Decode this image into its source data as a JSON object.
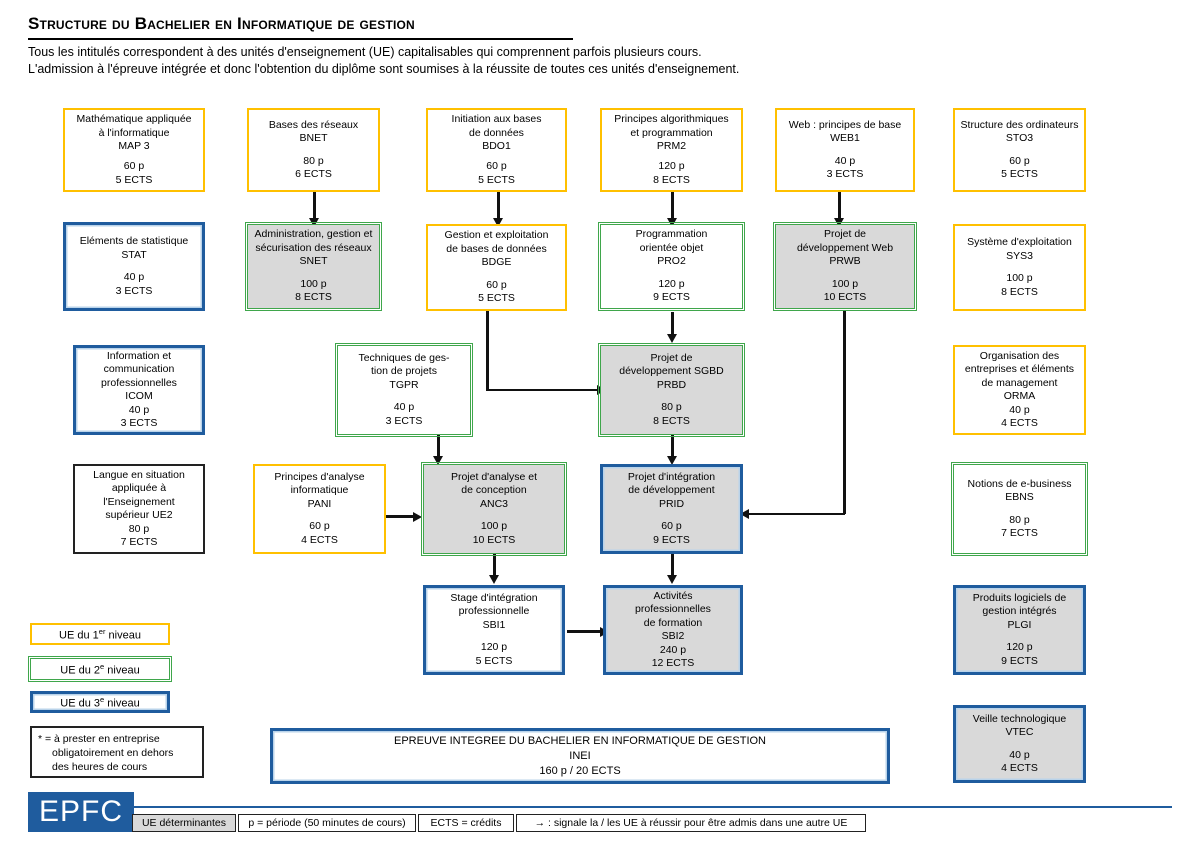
{
  "header": {
    "title": "Structure du Bachelier en Informatique de gestion",
    "intro_line1": "Tous les intitulés correspondent à des unités d'enseignement (UE) capitalisables qui comprennent parfois plusieurs cours.",
    "intro_line2": "L'admission à l'épreuve intégrée et donc l'obtention du diplôme sont soumises à la réussite de toutes ces unités d'enseignement."
  },
  "colors": {
    "level1": "#FFC000",
    "level2": "#3FA64B",
    "level3": "#1F5C9E",
    "plain": "#222222",
    "determinant_fill": "#D9D9D9",
    "brand": "#1F5C9E"
  },
  "courses": [
    {
      "id": "MAP3",
      "name": "Mathématique appliquée\nà l'informatique",
      "code": "MAP 3",
      "hours": "60 p",
      "ects": "5 ECTS",
      "level": 1,
      "determinant": false
    },
    {
      "id": "BNET",
      "name": "Bases des réseaux",
      "code": "BNET",
      "hours": "80 p",
      "ects": "6 ECTS",
      "level": 1,
      "determinant": false
    },
    {
      "id": "BDO1",
      "name": "Initiation aux bases\nde données",
      "code": "BDO1",
      "hours": "60 p",
      "ects": "5 ECTS",
      "level": 1,
      "determinant": false
    },
    {
      "id": "PRM2",
      "name": "Principes algorithmiques\net programmation",
      "code": "PRM2",
      "hours": "120 p",
      "ects": "8 ECTS",
      "level": 1,
      "determinant": false
    },
    {
      "id": "WEB1",
      "name": "Web : principes de base",
      "code": "WEB1",
      "hours": "40 p",
      "ects": "3 ECTS",
      "level": 1,
      "determinant": false
    },
    {
      "id": "STO3",
      "name": "Structure des ordinateurs",
      "code": "STO3",
      "hours": "60 p",
      "ects": "5 ECTS",
      "level": 1,
      "determinant": false
    },
    {
      "id": "STAT",
      "name": "Eléments de statistique",
      "code": "STAT",
      "hours": "40 p",
      "ects": "3 ECTS",
      "level": 3,
      "determinant": false
    },
    {
      "id": "SNET",
      "name": "Administration, gestion et\nsécurisation des réseaux",
      "code": "SNET",
      "hours": "100 p",
      "ects": "8 ECTS",
      "level": 2,
      "determinant": true
    },
    {
      "id": "BDGE",
      "name": "Gestion et exploitation\nde bases de données",
      "code": "BDGE",
      "hours": "60 p",
      "ects": "5 ECTS",
      "level": 1,
      "determinant": false
    },
    {
      "id": "PRO2",
      "name": "Programmation\norientée objet",
      "code": "PRO2",
      "hours": "120 p",
      "ects": "9 ECTS",
      "level": 2,
      "determinant": false
    },
    {
      "id": "PRWB",
      "name": "Projet de\ndéveloppement Web",
      "code": "PRWB",
      "hours": "100 p",
      "ects": "10 ECTS",
      "level": 2,
      "determinant": true
    },
    {
      "id": "SYS3",
      "name": "Système d'exploitation",
      "code": "SYS3",
      "hours": "100 p",
      "ects": "8 ECTS",
      "level": 1,
      "determinant": false
    },
    {
      "id": "ICOM",
      "name": "Information et\ncommunication\nprofessionnelles",
      "code": "ICOM",
      "hours": "40 p",
      "ects": "3 ECTS",
      "level": 3,
      "determinant": false,
      "compact": true
    },
    {
      "id": "TGPR",
      "name": "Techniques de ges-\ntion de projets",
      "code": "TGPR",
      "hours": "40 p",
      "ects": "3 ECTS",
      "level": 2,
      "determinant": false
    },
    {
      "id": "PRBD",
      "name": "Projet de\ndéveloppement SGBD",
      "code": "PRBD",
      "hours": "80 p",
      "ects": "8 ECTS",
      "level": 2,
      "determinant": true
    },
    {
      "id": "ORMA",
      "name": "Organisation des\nentreprises et éléments\nde management",
      "code": "ORMA",
      "hours": "40 p",
      "ects": "4 ECTS",
      "level": 1,
      "determinant": false,
      "compact": true
    },
    {
      "id": "UE2",
      "name": "Langue en situation\nappliquée à\nl'Enseignement\nsupérieur UE2",
      "code": "",
      "hours": "80 p",
      "ects": "7 ECTS",
      "level": 0,
      "determinant": false,
      "compact": true
    },
    {
      "id": "PANI",
      "name": "Principes d'analyse\ninformatique",
      "code": "PANI",
      "hours": "60 p",
      "ects": "4 ECTS",
      "level": 1,
      "determinant": false
    },
    {
      "id": "ANC3",
      "name": "Projet d'analyse et\nde conception",
      "code": "ANC3",
      "hours": "100 p",
      "ects": "10 ECTS",
      "level": 2,
      "determinant": true
    },
    {
      "id": "PRID",
      "name": "Projet d'intégration\nde développement",
      "code": "PRID",
      "hours": "60 p",
      "ects": "9 ECTS",
      "level": 3,
      "determinant": true
    },
    {
      "id": "EBNS",
      "name": "Notions de e-business",
      "code": "EBNS",
      "hours": "80 p",
      "ects": "7 ECTS",
      "level": 2,
      "determinant": false
    },
    {
      "id": "SBI1",
      "name": "Stage d'intégration\nprofessionnelle",
      "code": "SBI1",
      "hours": "120 p",
      "ects": "5 ECTS",
      "level": 3,
      "determinant": false
    },
    {
      "id": "SBI2",
      "name": "Activités\nprofessionnelles\nde formation",
      "code": "SBI2",
      "hours": "240 p",
      "ects": "12 ECTS",
      "level": 3,
      "determinant": true,
      "compact": true
    },
    {
      "id": "PLGI",
      "name": "Produits logiciels de\ngestion intégrés",
      "code": "PLGI",
      "hours": "120 p",
      "ects": "9 ECTS",
      "level": 3,
      "determinant": true
    },
    {
      "id": "VTEC",
      "name": "Veille technologique",
      "code": "VTEC",
      "hours": "40 p",
      "ects": "4 ECTS",
      "level": 3,
      "determinant": true
    }
  ],
  "final_exam": {
    "title": "EPREUVE INTEGREE DU BACHELIER EN INFORMATIQUE DE GESTION",
    "code": "INEI",
    "value": "160 p / 20 ECTS"
  },
  "legend": {
    "level1": "UE du 1er niveau",
    "level2": "UE du 2e niveau",
    "level3": "UE du 3e niveau",
    "note_line1": "* = à prester en entreprise",
    "note_line2": "obligatoirement en dehors",
    "note_line3": "des heures de cours"
  },
  "footer": {
    "logo": "EPFC",
    "items": [
      "UE déterminantes",
      "p = période (50 minutes de cours)",
      "ECTS = crédits",
      "→ : signale la / les UE à réussir pour être admis dans une autre UE"
    ]
  }
}
